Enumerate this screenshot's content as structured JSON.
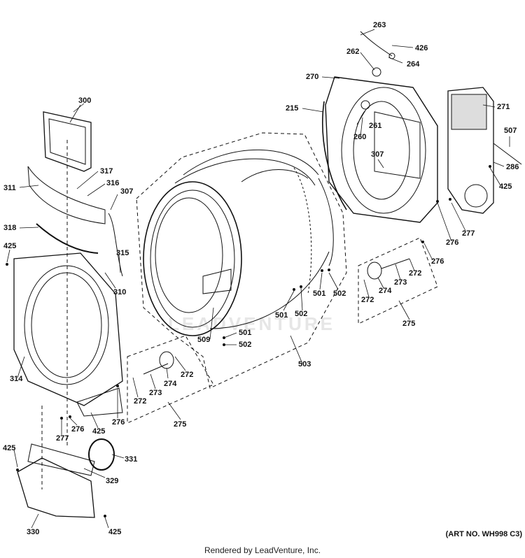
{
  "diagram": {
    "callouts": [
      {
        "id": "c263",
        "text": "263"
      },
      {
        "id": "c426",
        "text": "426"
      },
      {
        "id": "c262",
        "text": "262"
      },
      {
        "id": "c264",
        "text": "264"
      },
      {
        "id": "c270",
        "text": "270"
      },
      {
        "id": "c215",
        "text": "215"
      },
      {
        "id": "c261",
        "text": "261"
      },
      {
        "id": "c260",
        "text": "260"
      },
      {
        "id": "c307b",
        "text": "307"
      },
      {
        "id": "c271",
        "text": "271"
      },
      {
        "id": "c507",
        "text": "507"
      },
      {
        "id": "c286",
        "text": "286"
      },
      {
        "id": "c425r",
        "text": "425"
      },
      {
        "id": "c277r",
        "text": "277"
      },
      {
        "id": "c276r1",
        "text": "276"
      },
      {
        "id": "c276r2",
        "text": "276"
      },
      {
        "id": "c300",
        "text": "300"
      },
      {
        "id": "c317",
        "text": "317"
      },
      {
        "id": "c316",
        "text": "316"
      },
      {
        "id": "c311",
        "text": "311"
      },
      {
        "id": "c307a",
        "text": "307"
      },
      {
        "id": "c318",
        "text": "318"
      },
      {
        "id": "c425a",
        "text": "425"
      },
      {
        "id": "c315",
        "text": "315"
      },
      {
        "id": "c310",
        "text": "310"
      },
      {
        "id": "c314",
        "text": "314"
      },
      {
        "id": "c509",
        "text": "509"
      },
      {
        "id": "c501a",
        "text": "501"
      },
      {
        "id": "c502a",
        "text": "502"
      },
      {
        "id": "c501b",
        "text": "501"
      },
      {
        "id": "c502b",
        "text": "502"
      },
      {
        "id": "c501c",
        "text": "501"
      },
      {
        "id": "c502c",
        "text": "502"
      },
      {
        "id": "c503",
        "text": "503"
      },
      {
        "id": "c272a",
        "text": "272"
      },
      {
        "id": "c274a",
        "text": "274"
      },
      {
        "id": "c273a",
        "text": "273"
      },
      {
        "id": "c272b",
        "text": "272"
      },
      {
        "id": "c275a",
        "text": "275"
      },
      {
        "id": "c272c",
        "text": "272"
      },
      {
        "id": "c274b",
        "text": "274"
      },
      {
        "id": "c273b",
        "text": "273"
      },
      {
        "id": "c272d",
        "text": "272"
      },
      {
        "id": "c275b",
        "text": "275"
      },
      {
        "id": "c276a",
        "text": "276"
      },
      {
        "id": "c277a",
        "text": "277"
      },
      {
        "id": "c425b",
        "text": "425"
      },
      {
        "id": "c276b",
        "text": "276"
      },
      {
        "id": "c425c",
        "text": "425"
      },
      {
        "id": "c331",
        "text": "331"
      },
      {
        "id": "c329",
        "text": "329"
      },
      {
        "id": "c330",
        "text": "330"
      },
      {
        "id": "c425d",
        "text": "425"
      }
    ],
    "art_number": "(ART NO. WH998 C3)",
    "footer": "Rendered by LeadVenture, Inc.",
    "watermark": "LEADVENTURE"
  },
  "colors": {
    "line": "#111111",
    "background": "#ffffff",
    "watermark": "#e6e6e6"
  }
}
